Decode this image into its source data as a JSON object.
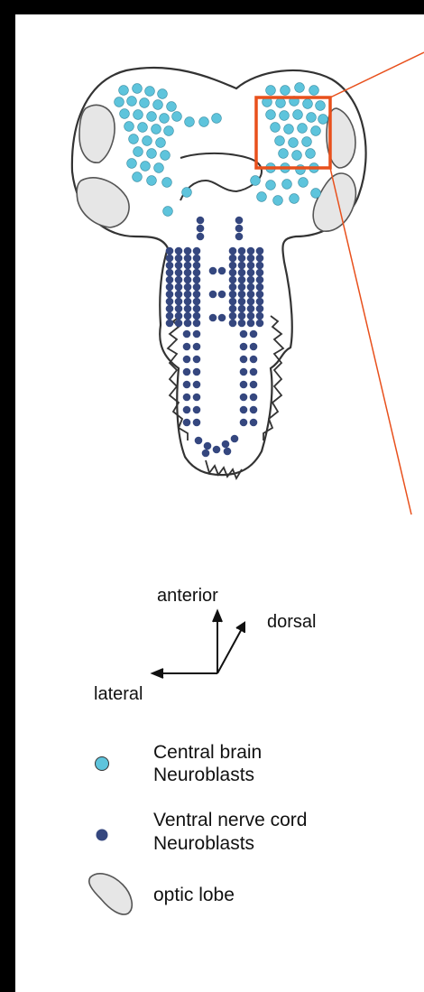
{
  "axes": {
    "anterior": "anterior",
    "dorsal": "dorsal",
    "lateral": "lateral"
  },
  "legend": {
    "central_brain_line1": "Central brain",
    "central_brain_line2": "Neuroblasts",
    "ventral_line1": "Ventral nerve cord",
    "ventral_line2": "Neuroblasts",
    "optic_lobe": "optic lobe"
  },
  "colors": {
    "background": "#000000",
    "panel": "#ffffff",
    "central_brain_neuroblast": "#5ec4dc",
    "ventral_nerve_cord_neuroblast": "#35477f",
    "optic_lobe_fill": "#e6e6e6",
    "highlight_box": "#e8501c",
    "outline": "#333333"
  }
}
